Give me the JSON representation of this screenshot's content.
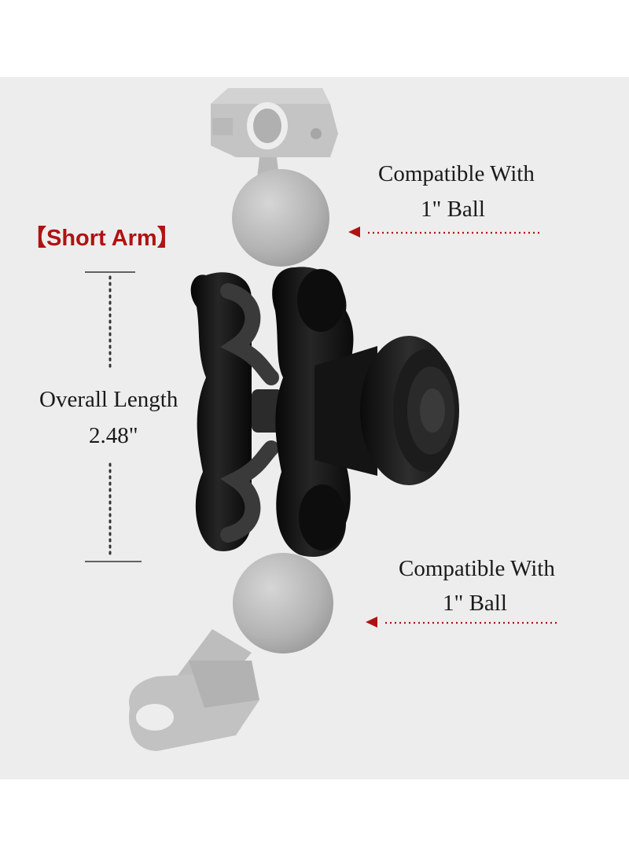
{
  "title": "【Short Arm】",
  "top_label": {
    "line1": "Compatible With",
    "line2": "1\" Ball"
  },
  "length_label": {
    "line1": "Overall Length",
    "line2": "2.48\""
  },
  "bottom_label": {
    "line1": "Compatible With",
    "line2": "1\" Ball"
  },
  "colors": {
    "accent": "#b01212",
    "background": "#ededed",
    "arm": "#121212",
    "ghost_part": "#b5b5b5"
  }
}
